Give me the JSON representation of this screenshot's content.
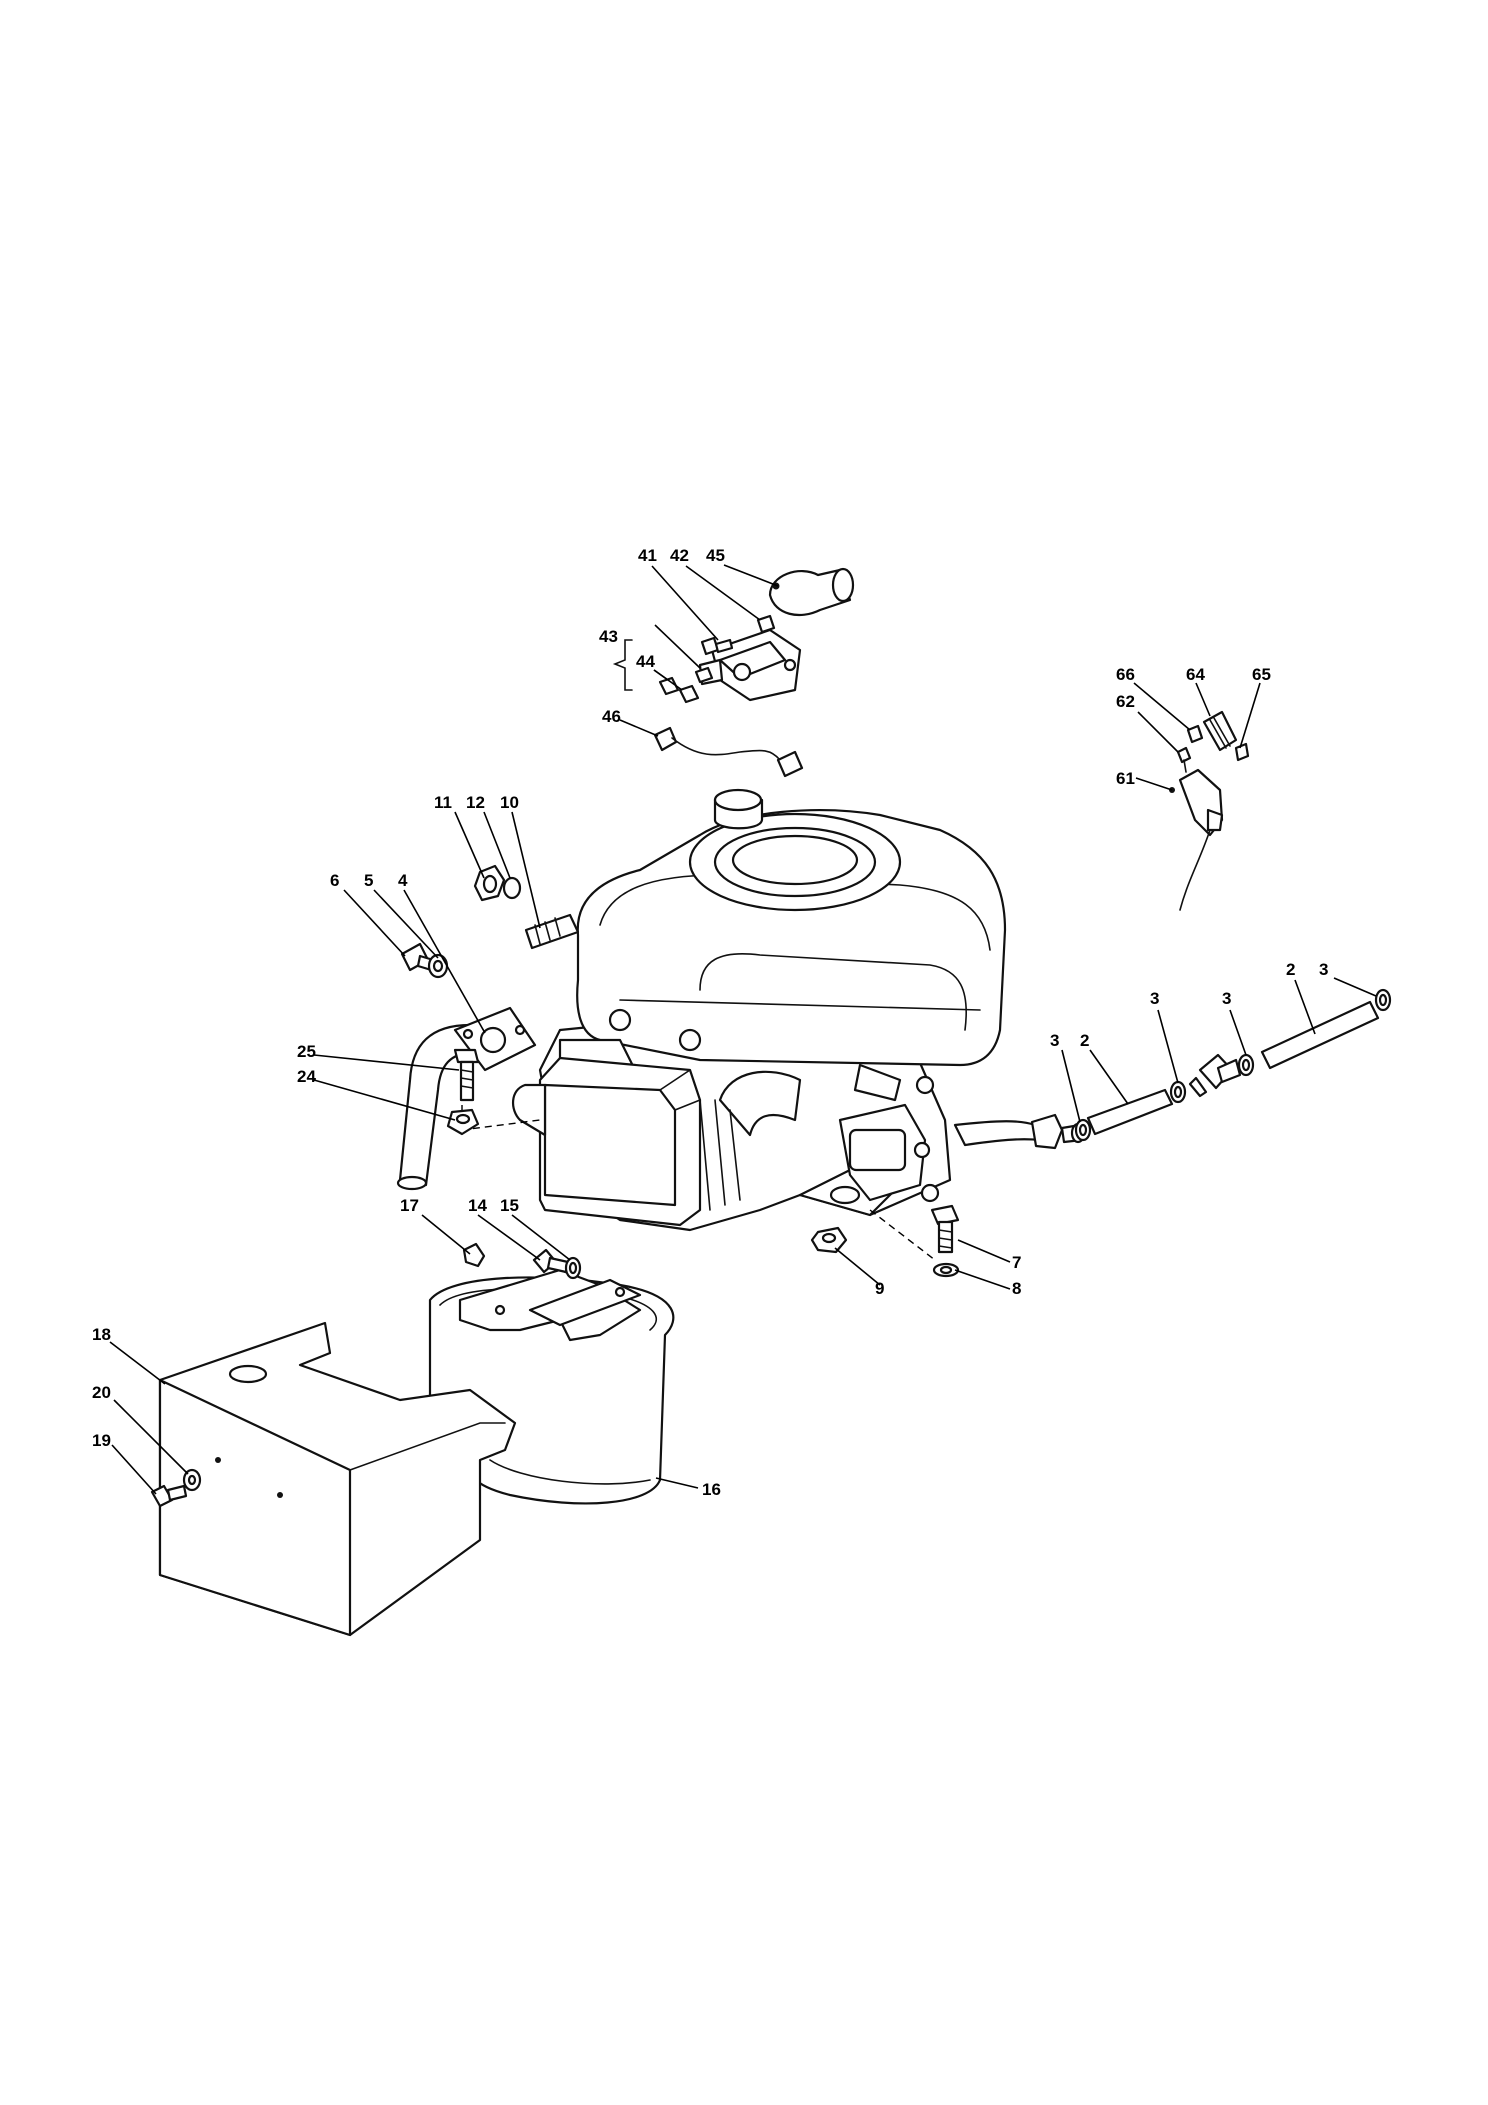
{
  "callouts": {
    "c2a": "2",
    "c2b": "2",
    "c3a": "3",
    "c3b": "3",
    "c3c": "3",
    "c3d": "3",
    "c4": "4",
    "c5": "5",
    "c6": "6",
    "c7": "7",
    "c8": "8",
    "c9": "9",
    "c10": "10",
    "c11": "11",
    "c12": "12",
    "c14": "14",
    "c15": "15",
    "c16": "16",
    "c17": "17",
    "c18": "18",
    "c19": "19",
    "c20": "20",
    "c24": "24",
    "c25": "25",
    "c41": "41",
    "c42": "42",
    "c43": "43",
    "c44": "44",
    "c45": "45",
    "c46": "46",
    "c61": "61",
    "c62": "62",
    "c64": "64",
    "c65": "65",
    "c66": "66"
  }
}
